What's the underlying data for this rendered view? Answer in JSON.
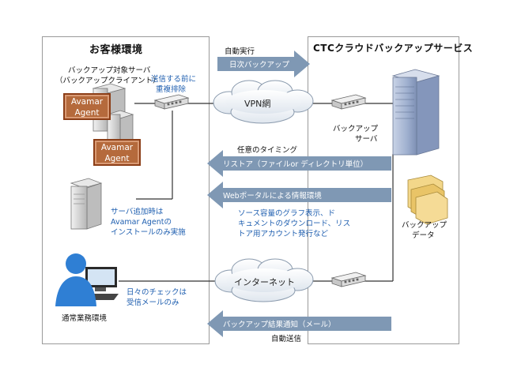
{
  "left_panel": {
    "title": "お客様環境"
  },
  "right_panel": {
    "title": "CTCクラウドバックアップサービス"
  },
  "backup_target": {
    "line1": "バックアップ対象サーバ",
    "line2": "（バックアップクライアント）"
  },
  "agents": [
    "Avamar\nAgent",
    "Avamar\nAgent"
  ],
  "dedup_note": {
    "line1": "送信する前に",
    "line2": "重複排除"
  },
  "daily_backup": {
    "caption": "自動実行",
    "arrow": "日次バックアップ"
  },
  "vpn": {
    "label": "VPN網"
  },
  "internet": {
    "label": "インターネット"
  },
  "backup_server": {
    "line1": "バックアップ",
    "line2": "サーバ"
  },
  "restore": {
    "caption": "任意のタイミング",
    "arrow": "リストア（ファイルor ディレクトリ単位）"
  },
  "portal": {
    "arrow": "Webポータルによる情報環境",
    "desc_line1": "ソース容量のグラフ表示、ド",
    "desc_line2": "キュメントのダウンロード、リス",
    "desc_line3": "トア用アカウント発行など"
  },
  "server_add_note": {
    "line1": "サーバ追加時は",
    "line2": "Avamar Agentの",
    "line3": "インストールのみ実施"
  },
  "backup_data": {
    "line1": "バックアップ",
    "line2": "データ"
  },
  "daily_check": {
    "line1": "日々のチェックは",
    "line2": "受信メールのみ"
  },
  "office": {
    "label": "通常業務環境"
  },
  "notify": {
    "arrow": "バックアップ結果通知（メール）",
    "caption": "自動送信"
  },
  "colors": {
    "arrow": "#7f98b4",
    "blue_text": "#1f5fb0",
    "agent": "#b56a3c"
  }
}
